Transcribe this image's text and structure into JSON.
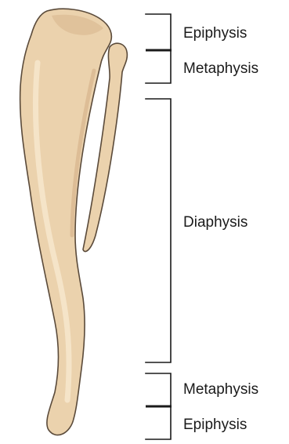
{
  "colors": {
    "bone_fill": "#EBD2AD",
    "bone_shadow": "#D9B890",
    "bone_highlight": "#F6E6CB",
    "bone_outline": "#5A4A3A",
    "bracket": "#1A1A1A"
  },
  "labels": {
    "top_epiphysis": "Epiphysis",
    "top_metaphysis": "Metaphysis",
    "diaphysis": "Diaphysis",
    "bottom_metaphysis": "Metaphysis",
    "bottom_epiphysis": "Epiphysis"
  }
}
